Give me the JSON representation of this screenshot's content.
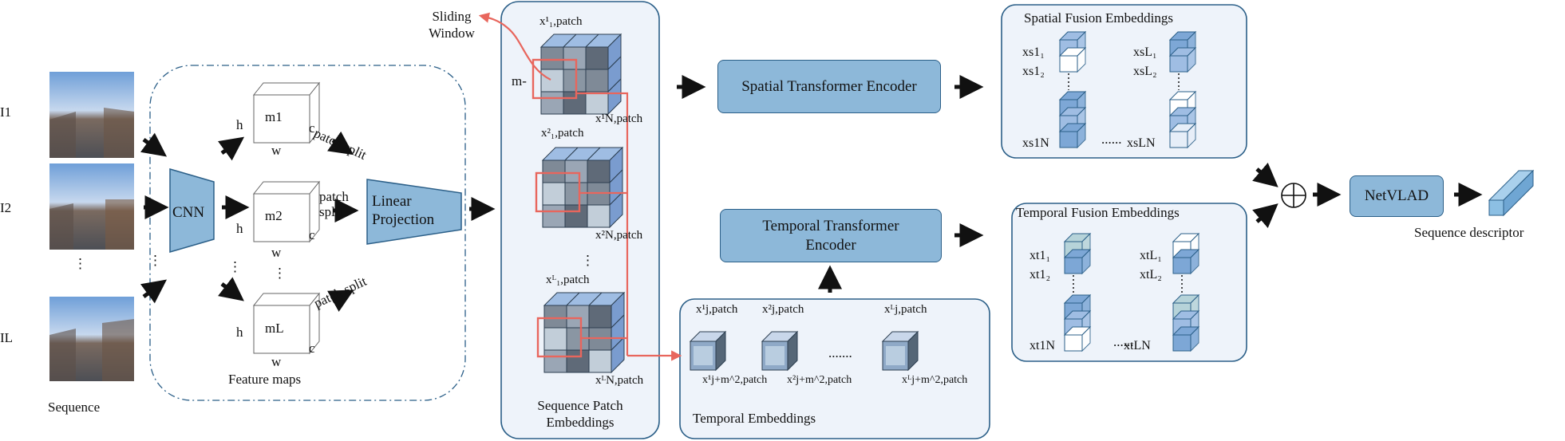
{
  "sequence": {
    "frame_labels": [
      "I1",
      "I2",
      "⋮",
      "IL"
    ],
    "caption": "Sequence"
  },
  "cnn": {
    "label": "CNN"
  },
  "feature_maps": {
    "caption": "Feature maps",
    "maps": [
      {
        "name": "m1",
        "h": "h",
        "w": "w",
        "c": "c",
        "split": "patch split"
      },
      {
        "name": "m2",
        "h": "h",
        "w": "w",
        "c": "c",
        "split": "patch split"
      },
      {
        "name": "mL",
        "h": "h",
        "w": "w",
        "c": "c",
        "split": "patch split"
      }
    ]
  },
  "linear_projection": {
    "label": "Linear Projection"
  },
  "sequence_patch": {
    "caption": "Sequence Patch Embeddings",
    "sliding_window": "Sliding Window",
    "m_label": "m-",
    "labels": [
      "x¹₁,patch",
      "x¹N,patch",
      "x²₁,patch",
      "x²N,patch",
      "xᴸ₁,patch",
      "xᴸN,patch"
    ]
  },
  "spatial_encoder": {
    "label": "Spatial Transformer Encoder"
  },
  "temporal_encoder": {
    "label": "Temporal Transformer Encoder"
  },
  "spatial_fusion": {
    "title": "Spatial Fusion Embeddings",
    "labels": [
      "xs1₁",
      "xs1₂",
      "xs1N",
      "xsL₁",
      "xsL₂",
      "xsLN"
    ],
    "dots": "......"
  },
  "temporal_fusion": {
    "title": "Temporal Fusion Embeddings",
    "labels": [
      "xt1₁",
      "xt1₂",
      "xt1N",
      "xtL₁",
      "xtL₂",
      "xtLN"
    ],
    "dots": "......"
  },
  "temporal_embeddings": {
    "caption": "Temporal Embeddings",
    "top_labels": [
      "x¹j,patch",
      "x²j,patch",
      "xᴸj,patch"
    ],
    "bottom_labels": [
      "x¹j+m^2,patch",
      "x²j+m^2,patch",
      "xᴸj+m^2,patch"
    ],
    "dots": "......."
  },
  "fusion": {
    "symbol": "⊕"
  },
  "netvlad": {
    "label": "NetVLAD"
  },
  "descriptor": {
    "caption": "Sequence descriptor"
  },
  "colors": {
    "box_fill": "#8db8d9",
    "box_stroke": "#2b5f88",
    "panel_fill": "#eef3fa",
    "red_line": "#e8665d",
    "cube_blue": "#7da7d6"
  }
}
